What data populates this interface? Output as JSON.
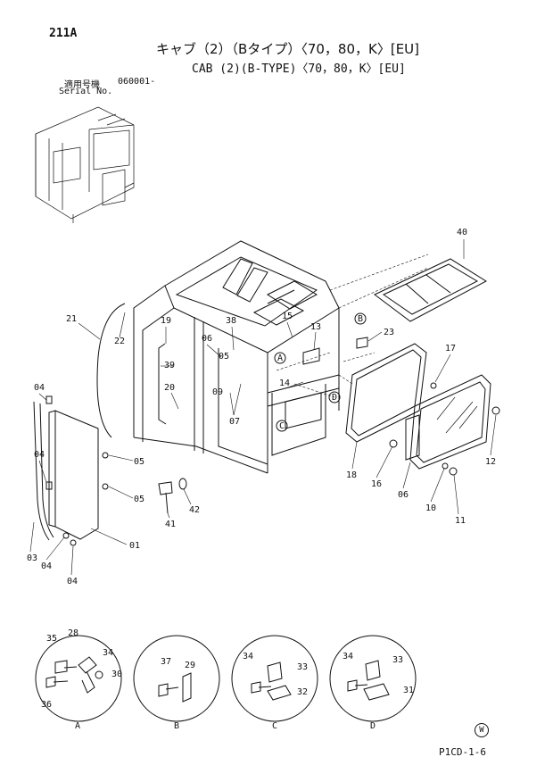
{
  "header": {
    "page_number": "211A",
    "title_jp": "キャブ（2）（Bタイプ）〈70，80，K〉[EU]",
    "title_en": "CAB (2)(B-TYPE)〈70，80，K〉[EU]",
    "serial_label_jp": "適用号機",
    "serial_number": "060001-",
    "serial_label_en": "Serial No."
  },
  "footer": {
    "code": "P1CD-1-6",
    "mark": "W"
  },
  "callouts": {
    "c40": "40",
    "c21": "21",
    "c22": "22",
    "c19": "19",
    "c38": "38",
    "c15": "15",
    "cB": "B",
    "c13": "13",
    "c23": "23",
    "c06a": "06",
    "c39": "39",
    "c05a": "05",
    "cA": "A",
    "c17": "17",
    "c20": "20",
    "c09": "09",
    "c14": "14",
    "cD": "D",
    "c07": "07",
    "cC": "C",
    "c04a": "04",
    "c04b": "04",
    "c05b": "05",
    "c05c": "05",
    "c18": "18",
    "c16": "16",
    "c06b": "06",
    "c12": "12",
    "c10": "10",
    "c11": "11",
    "c41": "41",
    "c42": "42",
    "c01": "01",
    "c03": "03",
    "c04c": "04",
    "c04d": "04"
  },
  "details": [
    {
      "letter": "A",
      "parts": [
        "35",
        "28",
        "34",
        "30",
        "36"
      ]
    },
    {
      "letter": "B",
      "parts": [
        "37",
        "29"
      ]
    },
    {
      "letter": "C",
      "parts": [
        "34",
        "33",
        "32"
      ]
    },
    {
      "letter": "D",
      "parts": [
        "34",
        "33",
        "31"
      ]
    }
  ]
}
